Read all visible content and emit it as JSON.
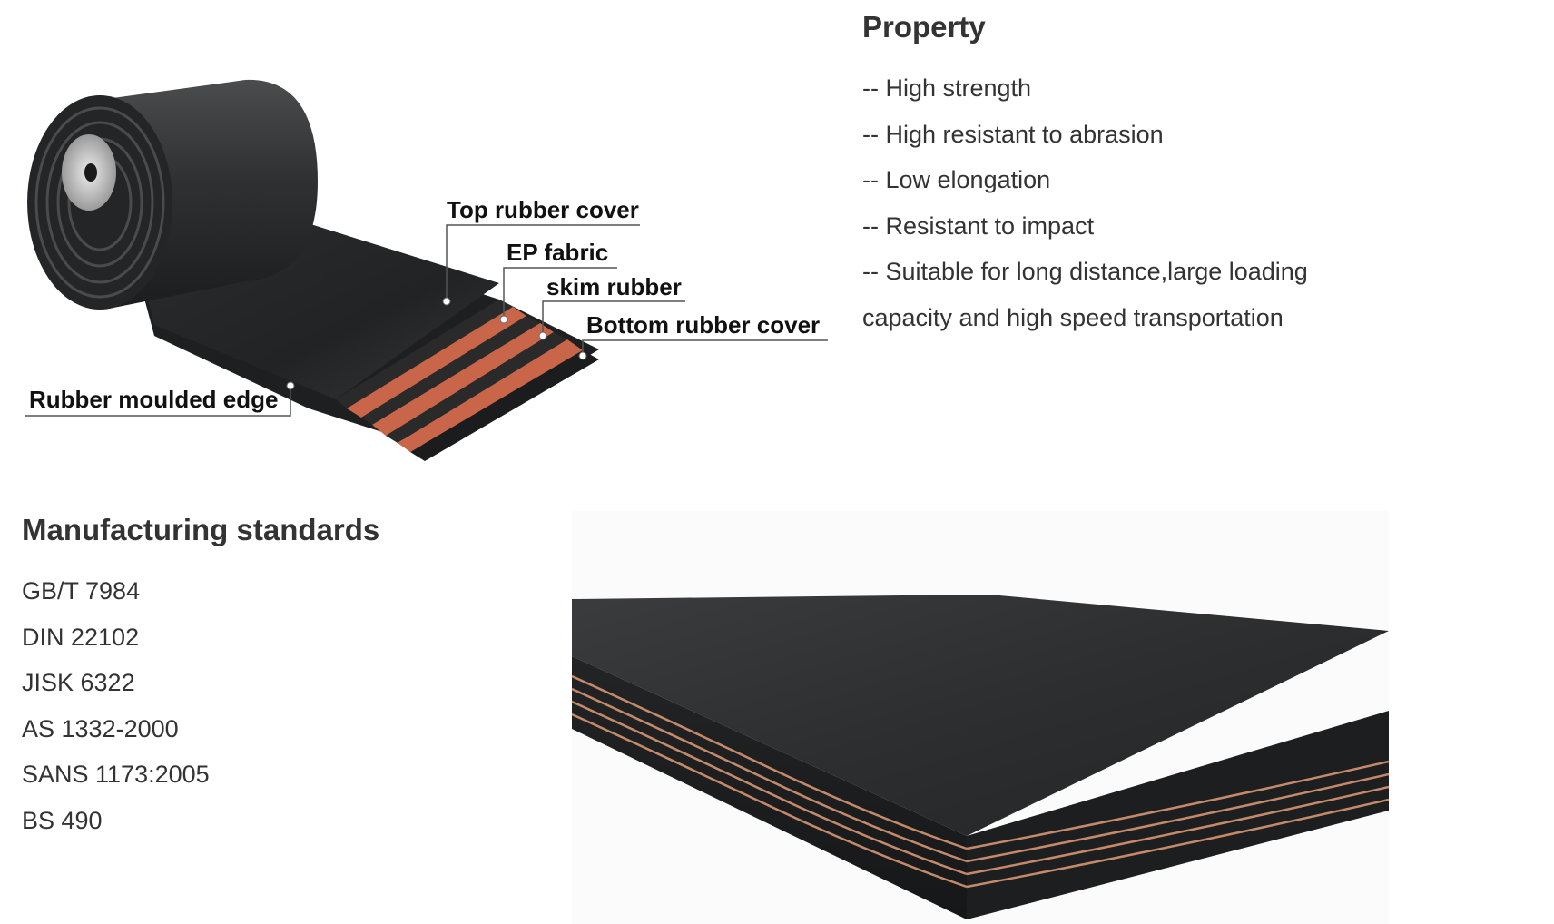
{
  "diagram": {
    "labels": {
      "top_cover": "Top rubber cover",
      "ep_fabric": "EP fabric",
      "skim_rubber": "skim rubber",
      "bottom_cover": "Bottom rubber cover",
      "moulded_edge": "Rubber moulded edge"
    }
  },
  "property": {
    "title": "Property",
    "items": [
      "-- High strength",
      "-- High resistant to abrasion",
      "-- Low elongation",
      "-- Resistant to impact",
      "-- Suitable for long distance,large loading",
      "capacity and high speed transportation"
    ]
  },
  "standards": {
    "title": "Manufacturing standards",
    "items": [
      "GB/T 7984",
      "DIN 22102",
      "JISK 6322",
      "AS 1332-2000",
      "SANS 1173:2005",
      "BS 490"
    ]
  },
  "colors": {
    "rubber": "#2b2d2e",
    "fabric": "#c9664a",
    "text": "#333333"
  }
}
